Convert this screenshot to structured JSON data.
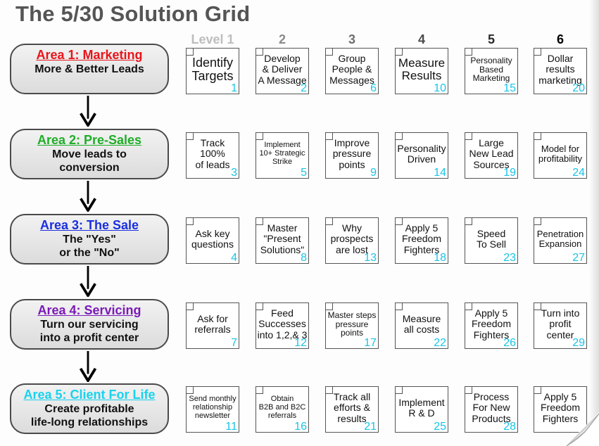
{
  "title": "The 5/30 Solution Grid",
  "levels": [
    {
      "label": "Level 1",
      "color": "#bdbdbd"
    },
    {
      "label": "2",
      "color": "#8a8a8a"
    },
    {
      "label": "3",
      "color": "#6e6e6e"
    },
    {
      "label": "4",
      "color": "#4a4a4a"
    },
    {
      "label": "5",
      "color": "#2a2a2a"
    },
    {
      "label": "6",
      "color": "#000000"
    }
  ],
  "areas": [
    {
      "name": "Area 1: Marketing",
      "color": "#e8141a",
      "description": "More & Better Leads"
    },
    {
      "name": "Area 2: Pre-Sales",
      "color": "#1fae28",
      "description": "Move leads to\nconversion"
    },
    {
      "name": "Area 3: The Sale",
      "color": "#1a2fe0",
      "description": "The \"Yes\"\nor the \"No\""
    },
    {
      "name": "Area 4: Servicing",
      "color": "#7a1ab8",
      "description": "Turn our servicing\ninto a profit center"
    },
    {
      "name": "Area 5: Client For Life",
      "color": "#18d2ee",
      "description": "Create profitable\nlife-long relationships"
    }
  ],
  "grid": [
    [
      {
        "text": "Identify\nTargets",
        "num": "1",
        "size": 18
      },
      {
        "text": "Develop\n& Deliver\nA Message",
        "num": "2",
        "size": 14
      },
      {
        "text": "Group\nPeople &\nMessages",
        "num": "6",
        "size": 14
      },
      {
        "text": "Measure\nResults",
        "num": "10",
        "size": 17
      },
      {
        "text": "Personality\nBased\nMarketing",
        "num": "15",
        "size": 12
      },
      {
        "text": "Dollar\nresults\nmarketing",
        "num": "20",
        "size": 14
      }
    ],
    [
      {
        "text": "Track\n100%\nof leads",
        "num": "3",
        "size": 14
      },
      {
        "text": "Implement\n10+ Strategic\nStrike",
        "num": "5",
        "size": 11
      },
      {
        "text": "Improve\npressure\npoints",
        "num": "9",
        "size": 14
      },
      {
        "text": "Personality\nDriven",
        "num": "14",
        "size": 14
      },
      {
        "text": "Large\nNew Lead\nSources",
        "num": "19",
        "size": 14
      },
      {
        "text": "Model for\nprofitability",
        "num": "24",
        "size": 13
      }
    ],
    [
      {
        "text": "Ask key\nquestions",
        "num": "4",
        "size": 14
      },
      {
        "text": "Master\n\"Present\nSolutions\"",
        "num": "8",
        "size": 14
      },
      {
        "text": "Why\nprospects\nare lost",
        "num": "13",
        "size": 14
      },
      {
        "text": "Apply 5\nFreedom\nFighters",
        "num": "18",
        "size": 14
      },
      {
        "text": "Speed\nTo Sell",
        "num": "23",
        "size": 14
      },
      {
        "text": "Penetration\nExpansion",
        "num": "27",
        "size": 13
      }
    ],
    [
      {
        "text": "Ask for\nreferrals",
        "num": "7",
        "size": 14
      },
      {
        "text": "Feed\nSuccesses\ninto 1,2,& 3",
        "num": "12",
        "size": 14
      },
      {
        "text": "Master steps\npressure\npoints",
        "num": "17",
        "size": 12
      },
      {
        "text": "Measure\nall costs",
        "num": "22",
        "size": 14
      },
      {
        "text": "Apply 5\nFreedom\nFighters",
        "num": "26",
        "size": 14
      },
      {
        "text": "Turn into\nprofit\ncenter",
        "num": "29",
        "size": 14
      }
    ],
    [
      {
        "text": "Send monthly\nrelationship\nnewsletter",
        "num": "11",
        "size": 11
      },
      {
        "text": "Obtain\nB2B and B2C\nreferrals",
        "num": "16",
        "size": 11
      },
      {
        "text": "Track all\nefforts &\nresults",
        "num": "21",
        "size": 14
      },
      {
        "text": "Implement\nR & D",
        "num": "25",
        "size": 14
      },
      {
        "text": "Process\nFor New\nProducts",
        "num": "28",
        "size": 14
      },
      {
        "text": "Apply 5\nFreedom\nFighters",
        "num": "",
        "size": 14
      }
    ]
  ],
  "colors": {
    "number": "#19c4e6",
    "border": "#555555"
  }
}
